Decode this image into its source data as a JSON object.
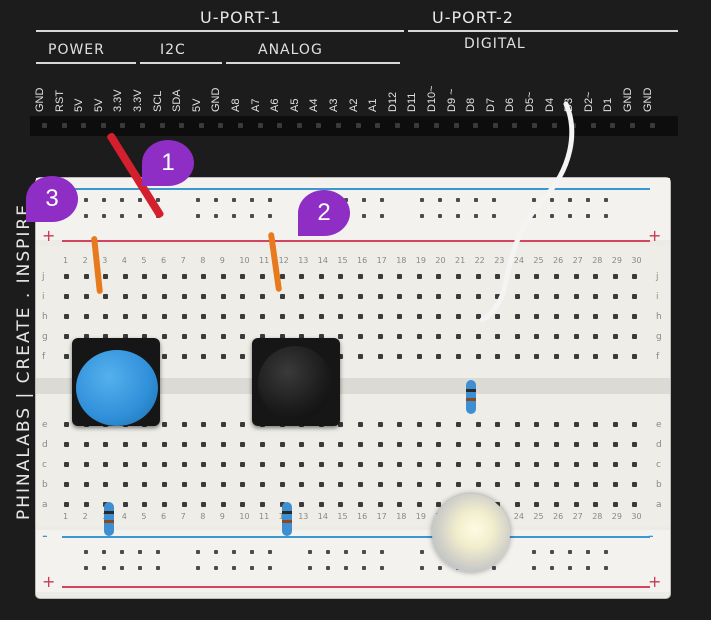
{
  "header": {
    "port1": "U-PORT-1",
    "port2": "U-PORT-2",
    "power": "POWER",
    "i2c": "I2C",
    "analog": "ANALOG",
    "digital": "DIGITAL"
  },
  "pins": [
    "GND",
    "RST",
    "5V",
    "5V",
    "3.3V",
    "3.3V",
    "SCL",
    "SDA",
    "5V",
    "GND",
    "A8",
    "A7",
    "A6",
    "A5",
    "A4",
    "A3",
    "A2",
    "A1",
    "D12",
    "D11",
    "D10~",
    "D9 ~",
    "D8",
    "D7",
    "D6",
    "D5~",
    "D4",
    "D3",
    "D2~",
    "D1",
    "GND",
    "GND"
  ],
  "side_text": "PHINALABS | CREATE . INSPIRE",
  "badges": [
    "1",
    "2",
    "3"
  ],
  "colors": {
    "badge": "#8e2ec4",
    "rail_blue": "#3a97cf",
    "rail_red": "#d1455e",
    "button_blue": "#2f8fd8",
    "button_black": "#1a1a1a"
  },
  "breadboard": {
    "rows_top": [
      "j",
      "i",
      "h",
      "g",
      "f"
    ],
    "rows_bottom": [
      "e",
      "d",
      "c",
      "b",
      "a"
    ],
    "columns": 30,
    "plus": "+",
    "minus": "-"
  }
}
